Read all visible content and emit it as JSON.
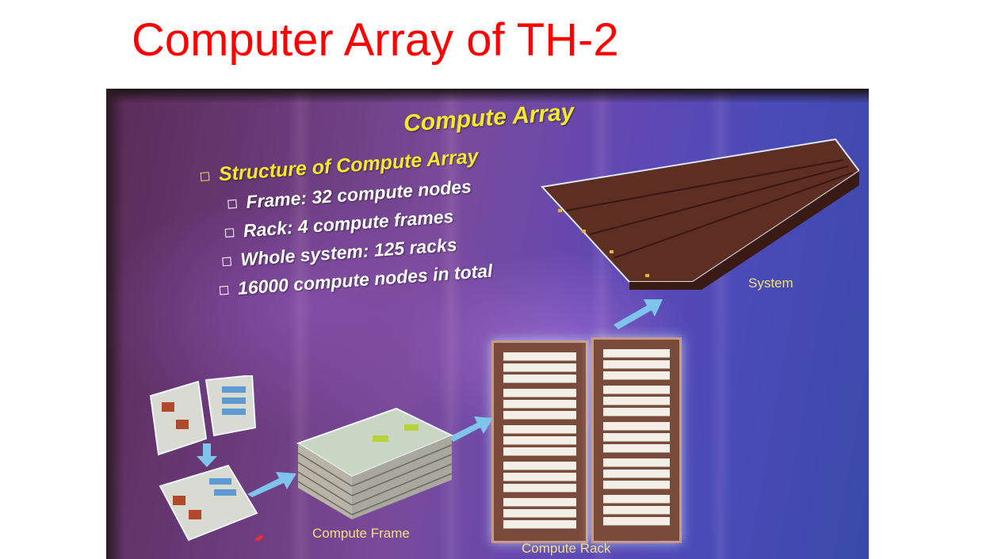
{
  "page": {
    "title": "Computer Array of TH-2"
  },
  "slide": {
    "heading": "Compute Array",
    "bullets": [
      "Structure of Compute Array",
      "Frame: 32 compute nodes",
      "Rack: 4 compute frames",
      "Whole system: 125 racks",
      "16000 compute nodes in total"
    ],
    "captions": {
      "system": "System",
      "frame": "Compute Frame",
      "rack": "Compute Rack"
    }
  },
  "colors": {
    "title": "#ff0000",
    "heading": "#f4ea2a",
    "bullet_text": "#ffffff",
    "caption": "#f0e27a",
    "arrow": "#7fc4ea"
  },
  "icons": {
    "bullet": "hollow-square",
    "arrow": "right-arrow"
  }
}
